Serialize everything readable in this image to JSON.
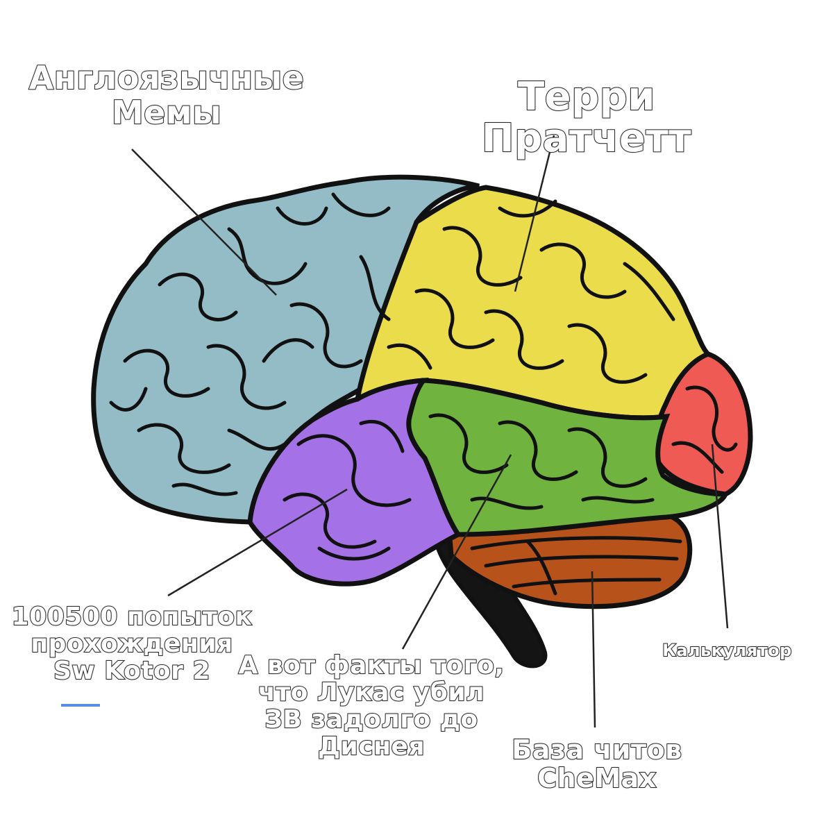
{
  "labels": {
    "english_memes": "Англоязычные\nМемы",
    "pratchett": "Терри Пратчетт",
    "kotor": "100500 попыток\nпрохождения\nSw Kotor 2",
    "lucas": "А вот факты того,\nчто Лукас убил\nЗВ задолго до\nДиснея",
    "chemax": "База читов\nCheMax",
    "calculator": "Калькулятор"
  },
  "colors": {
    "frontal": "#94bcc6",
    "parietal": "#eadc4a",
    "temporal": "#70b43f",
    "lobe_purple": "#a471e6",
    "occipital": "#ef5a54",
    "cerebellum": "#b7531a",
    "brainstem": "#141414",
    "outline": "#111111",
    "pointer": "#222222"
  }
}
